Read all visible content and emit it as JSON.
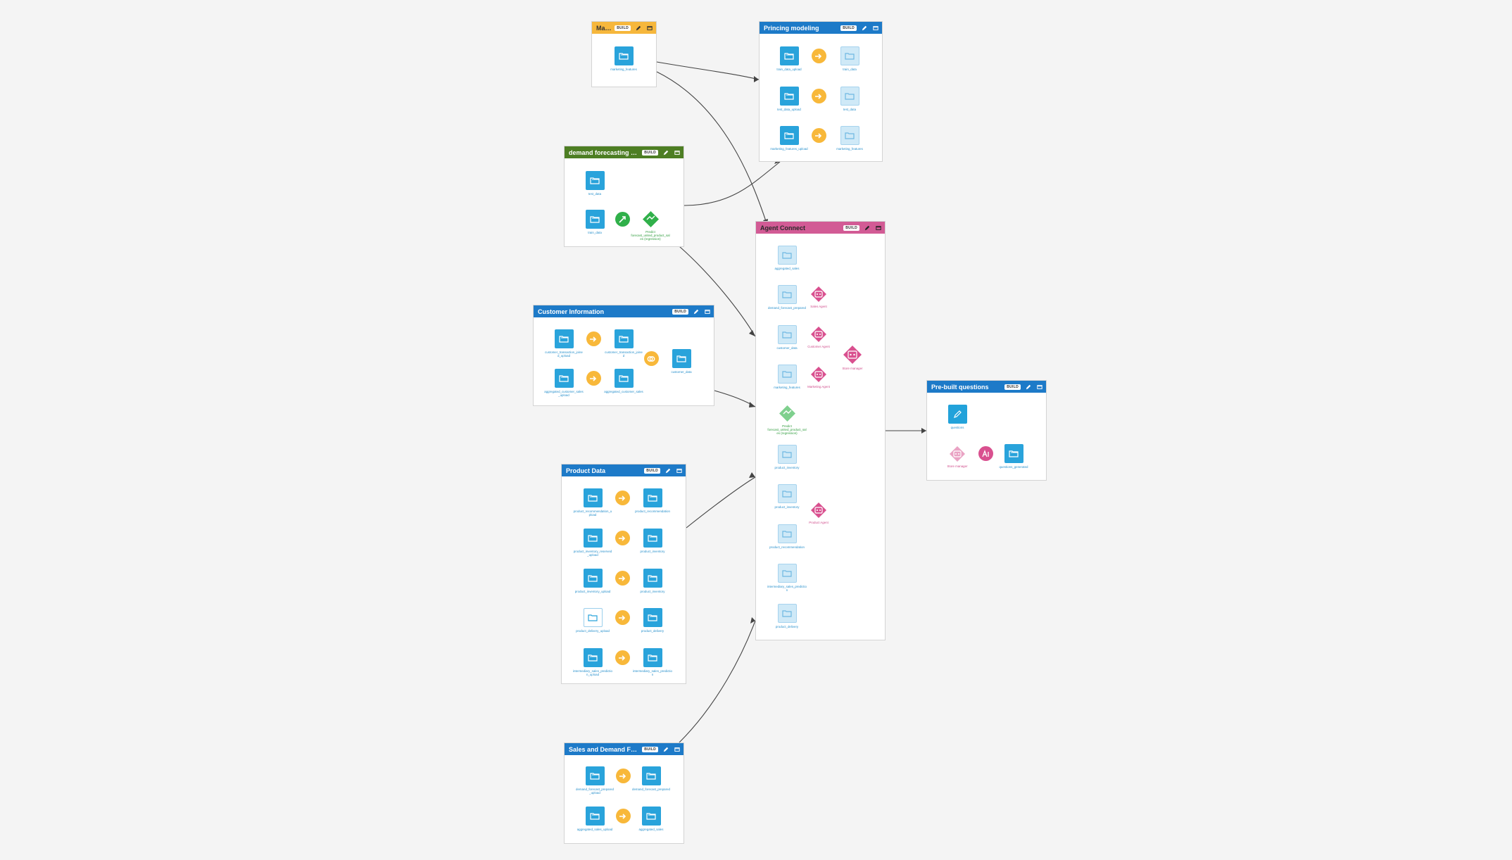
{
  "zones": [
    {
      "id": "market",
      "title": "Mar...",
      "color": "#f6b73c",
      "build_label": "BUILD",
      "nodes": [
        {
          "label": "marketing_features"
        }
      ]
    },
    {
      "id": "pricing",
      "title": "Princing modeling",
      "color": "#1d7ac8",
      "build_label": "BUILD",
      "nodes": [
        {
          "label": "train_data_upload"
        },
        {
          "label": "train_data"
        },
        {
          "label": "test_data_upload"
        },
        {
          "label": "test_data"
        },
        {
          "label": "marketing_features_upload"
        },
        {
          "label": "marketing_features"
        }
      ]
    },
    {
      "id": "demand",
      "title": "demand forecasting model",
      "color": "#4d7e23",
      "build_label": "BUILD",
      "nodes": [
        {
          "label": "test_data"
        },
        {
          "label": "train_data"
        },
        {
          "label": "Predict forecast_united_product_sales (regression)"
        }
      ]
    },
    {
      "id": "customer",
      "title": "Customer Information",
      "color": "#1d7ac8",
      "build_label": "BUILD",
      "nodes": [
        {
          "label": "customer_transaction_joined_upload"
        },
        {
          "label": "customer_transaction_joined"
        },
        {
          "label": "aggregated_customer_sales_upload"
        },
        {
          "label": "aggregated_customer_sales"
        },
        {
          "label": "customer_data"
        }
      ]
    },
    {
      "id": "product",
      "title": "Product Data",
      "color": "#1d7ac8",
      "build_label": "BUILD",
      "nodes": [
        {
          "label": "product_recommendation_upload"
        },
        {
          "label": "product_recommendation"
        },
        {
          "label": "product_inventory_reserved_upload"
        },
        {
          "label": "product_inventory"
        },
        {
          "label": "product_inventory_upload"
        },
        {
          "label": "product_inventory"
        },
        {
          "label": "product_delivery_upload"
        },
        {
          "label": "product_delivery"
        },
        {
          "label": "intermediary_sales_prediction_upload"
        },
        {
          "label": "intermediary_sales_prediction"
        }
      ]
    },
    {
      "id": "sales",
      "title": "Sales and Demand Forecast",
      "color": "#1d7ac8",
      "build_label": "BUILD",
      "nodes": [
        {
          "label": "demand_forecast_prepared_upload"
        },
        {
          "label": "demand_forecast_prepared"
        },
        {
          "label": "aggregated_sales_upload"
        },
        {
          "label": "aggregated_sales"
        }
      ]
    },
    {
      "id": "agent",
      "title": "Agent Connect",
      "color": "#d25b95",
      "build_label": "BUILD",
      "nodes": [
        {
          "label": "aggregated_sales"
        },
        {
          "label": "demand_forecast_prepared"
        },
        {
          "label": "customer_data"
        },
        {
          "label": "marketing_features"
        },
        {
          "label": "Predict forecast_united_product_sales (regression)"
        },
        {
          "label": "product_inventory"
        },
        {
          "label": "product_inventory"
        },
        {
          "label": "product_recommendation"
        },
        {
          "label": "intermediary_sales_prediction"
        },
        {
          "label": "product_delivery"
        },
        {
          "label": "Sales Agent"
        },
        {
          "label": "Customer Agent"
        },
        {
          "label": "Marketing Agent"
        },
        {
          "label": "Product Agent"
        },
        {
          "label": "Store manager"
        }
      ]
    },
    {
      "id": "prebuilt",
      "title": "Pre-built questions",
      "color": "#1d7ac8",
      "build_label": "BUILD",
      "nodes": [
        {
          "label": "questions"
        },
        {
          "label": "Store manager"
        },
        {
          "label": "questions_generated"
        }
      ]
    }
  ],
  "colors": {
    "dataset": "#29a3db",
    "recipe": "#f8b83a",
    "link": "#444444",
    "agent": "#d9508f",
    "model": "#30b04a"
  }
}
